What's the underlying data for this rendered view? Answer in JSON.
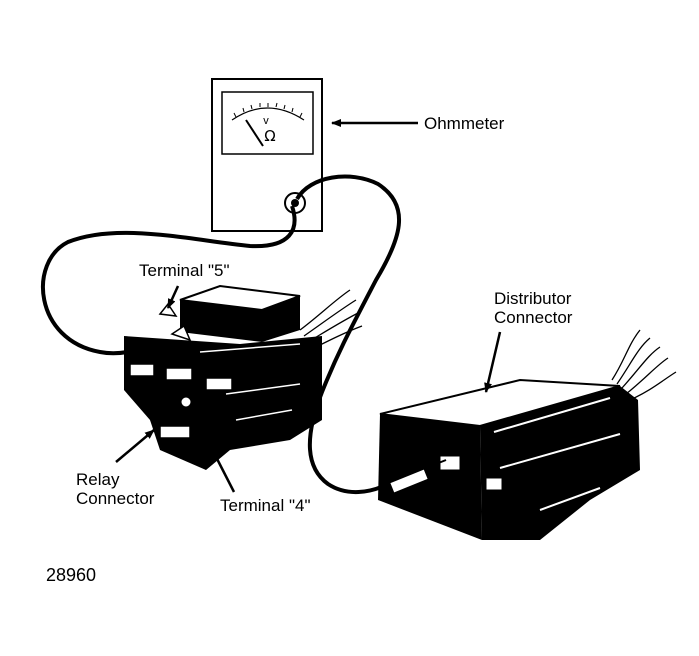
{
  "labels": {
    "ohmmeter": "Ohmmeter",
    "terminal_5": "Terminal \"5\"",
    "distributor_connector": [
      "Distributor",
      "Connector"
    ],
    "relay_connector": [
      "Relay",
      "Connector"
    ],
    "terminal_4": "Terminal \"4\"",
    "figure_number": "28960"
  },
  "meter": {
    "unit_symbol": "Ω",
    "scale_mark": "v"
  },
  "colors": {
    "ink": "#000000",
    "paper": "#ffffff"
  }
}
